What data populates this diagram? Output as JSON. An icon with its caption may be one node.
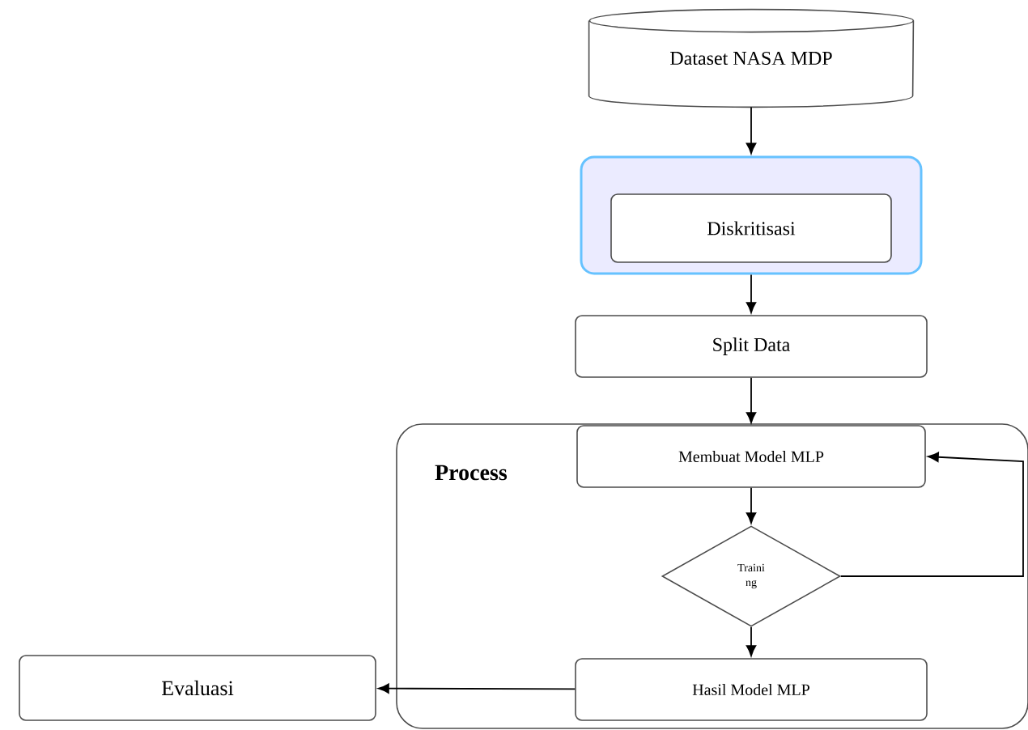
{
  "diagram": {
    "nodes": [
      {
        "text": [
          "Dataset NASA MDP"
        ]
      },
      {
        "text": [],
        "shape": "box"
      },
      {
        "text": [
          "Diskritisasi"
        ],
        "in": 1
      },
      {
        "text": [
          "Split Data"
        ]
      },
      {
        "text": [
          "Process"
        ]
      },
      {
        "text": [
          "Membuat Model MLP"
        ],
        "in": 4
      },
      {
        "text": [
          "Traini ng"
        ],
        "in": 4
      },
      {
        "text": [
          "Hasil Model MLP"
        ],
        "in": 4
      },
      {
        "text": [
          "Evaluasi"
        ]
      }
    ],
    "edges": [
      {
        "from": 0,
        "to": 1,
        "arrow": "to"
      },
      {
        "from": 1,
        "to": 3,
        "arrow": "to"
      },
      {
        "from": 3,
        "to": 5,
        "arrow": "to"
      },
      {
        "from": 5,
        "to": 6,
        "arrow": "to"
      },
      {
        "from": 6,
        "to": 5,
        "arrow": "to"
      },
      {
        "from": 6,
        "to": 7,
        "arrow": "to"
      },
      {
        "from": 7,
        "to": 8,
        "arrow": "to"
      }
    ]
  }
}
